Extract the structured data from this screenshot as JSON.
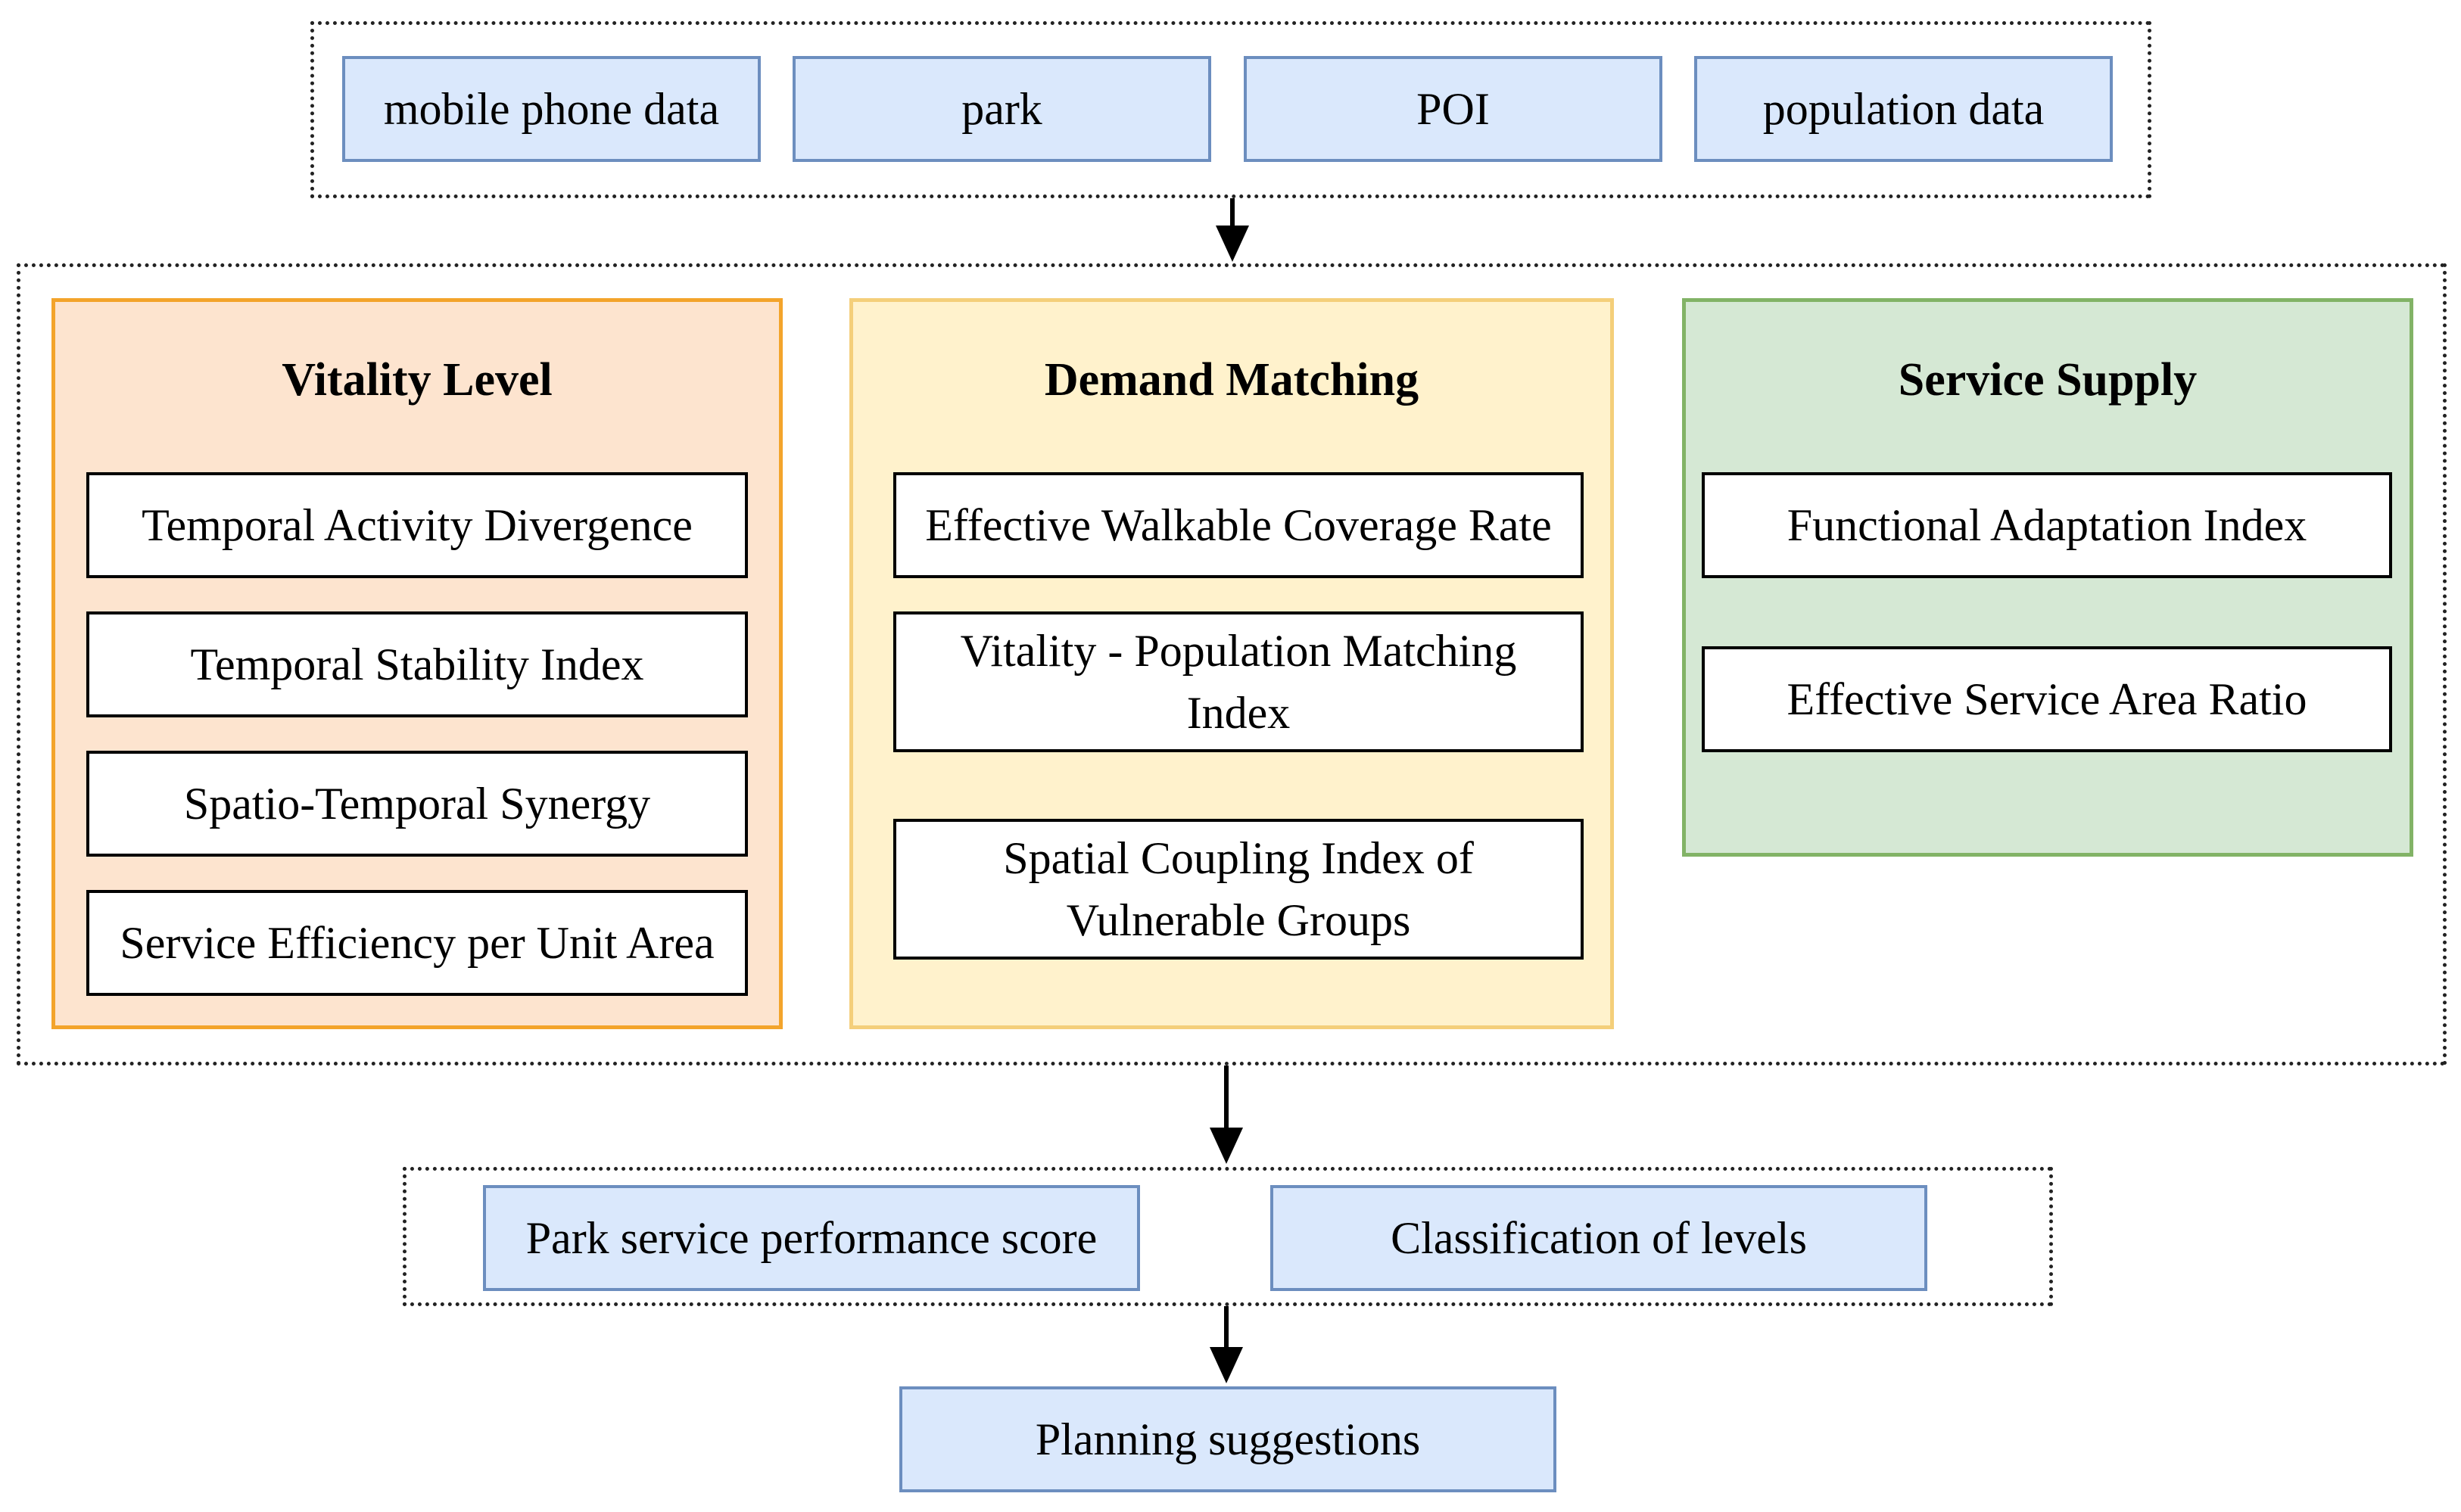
{
  "inputs": [
    "mobile phone data",
    "park",
    "POI",
    "population data"
  ],
  "panels": {
    "vitality": {
      "title": "Vitality Level",
      "items": [
        "Temporal Activity Divergence",
        "Temporal Stability Index",
        "Spatio-Temporal Synergy",
        "Service Efficiency per Unit Area"
      ]
    },
    "demand": {
      "title": "Demand Matching",
      "items": [
        "Effective Walkable Coverage Rate",
        "Vitality - Population Matching Index",
        "Spatial Coupling Index of Vulnerable Groups"
      ]
    },
    "supply": {
      "title": "Service Supply",
      "items": [
        "Functional Adaptation Index",
        "Effective Service Area Ratio"
      ]
    }
  },
  "results": [
    "Park service performance score",
    "Classification of levels"
  ],
  "output": "Planning suggestions",
  "colors": {
    "input_fill": "#dae8fc",
    "input_border": "#6c8ebf",
    "vitality_fill": "#fde4cf",
    "vitality_border": "#f3a42b",
    "demand_fill": "#fff2cc",
    "demand_border": "#f4cf7a",
    "supply_fill": "#d5e8d4",
    "supply_border": "#82b366"
  }
}
